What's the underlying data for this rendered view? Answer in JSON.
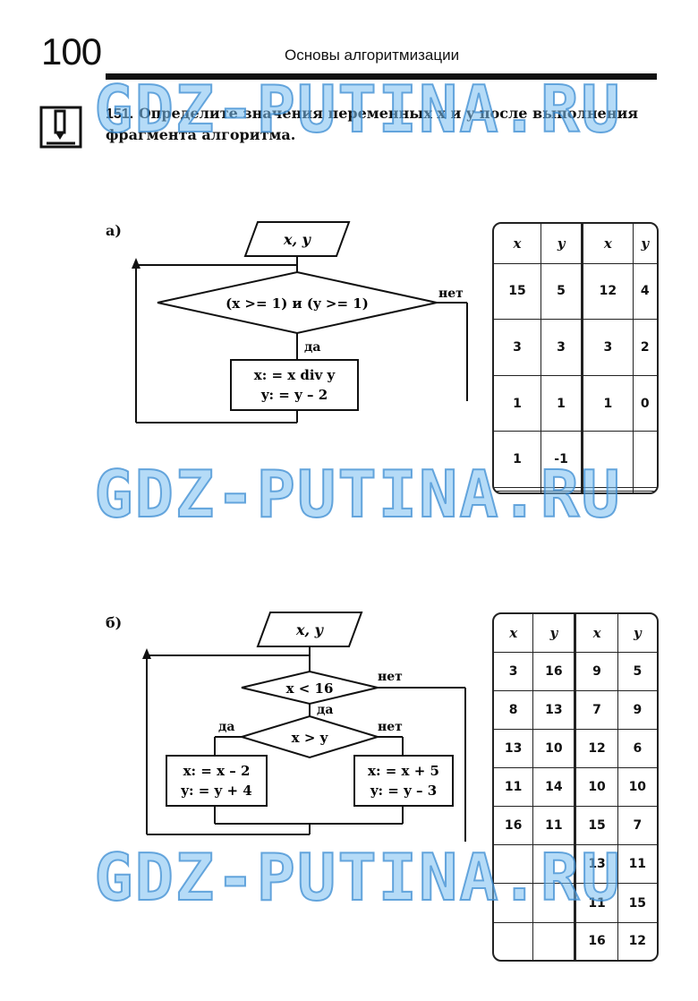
{
  "header": {
    "page_number": "100",
    "running_head": "Основы алгоритмизации"
  },
  "watermark": "GDZ-PUTINA.RU",
  "task": {
    "number": "151.",
    "text": "Определите значения переменных x и y после выполнения фрагмента алгоритма."
  },
  "part_a": {
    "label": "а)",
    "io_block": "x, y",
    "condition": "(x >= 1) и (y >= 1)",
    "yes": "да",
    "no": "нет",
    "action_1": "x: = x div y",
    "action_2": "y: = y – 2",
    "table": {
      "headers": [
        "x",
        "y",
        "x",
        "y"
      ],
      "rows": [
        [
          "15",
          "5",
          "12",
          "4"
        ],
        [
          "3",
          "3",
          "3",
          "2"
        ],
        [
          "1",
          "1",
          "1",
          "0"
        ],
        [
          "1",
          "-1",
          "",
          ""
        ],
        [
          "",
          "",
          "",
          ""
        ],
        [
          "",
          "",
          "",
          ""
        ]
      ]
    }
  },
  "part_b": {
    "label": "б)",
    "io_block": "x, y",
    "condition_outer": "x < 16",
    "condition_inner": "x > y",
    "yes_outer": "да",
    "no_outer": "нет",
    "yes_inner": "да",
    "no_inner": "нет",
    "left_action_1": "x: = x – 2",
    "left_action_2": "y: = y + 4",
    "right_action_1": "x: = x + 5",
    "right_action_2": "y: = y – 3",
    "table": {
      "headers": [
        "x",
        "y",
        "x",
        "y"
      ],
      "rows": [
        [
          "3",
          "16",
          "9",
          "5"
        ],
        [
          "8",
          "13",
          "7",
          "9"
        ],
        [
          "13",
          "10",
          "12",
          "6"
        ],
        [
          "11",
          "14",
          "10",
          "10"
        ],
        [
          "16",
          "11",
          "15",
          "7"
        ],
        [
          "",
          "",
          "13",
          "11"
        ],
        [
          "",
          "",
          "11",
          "15"
        ],
        [
          "",
          "",
          "16",
          "12"
        ]
      ]
    }
  }
}
